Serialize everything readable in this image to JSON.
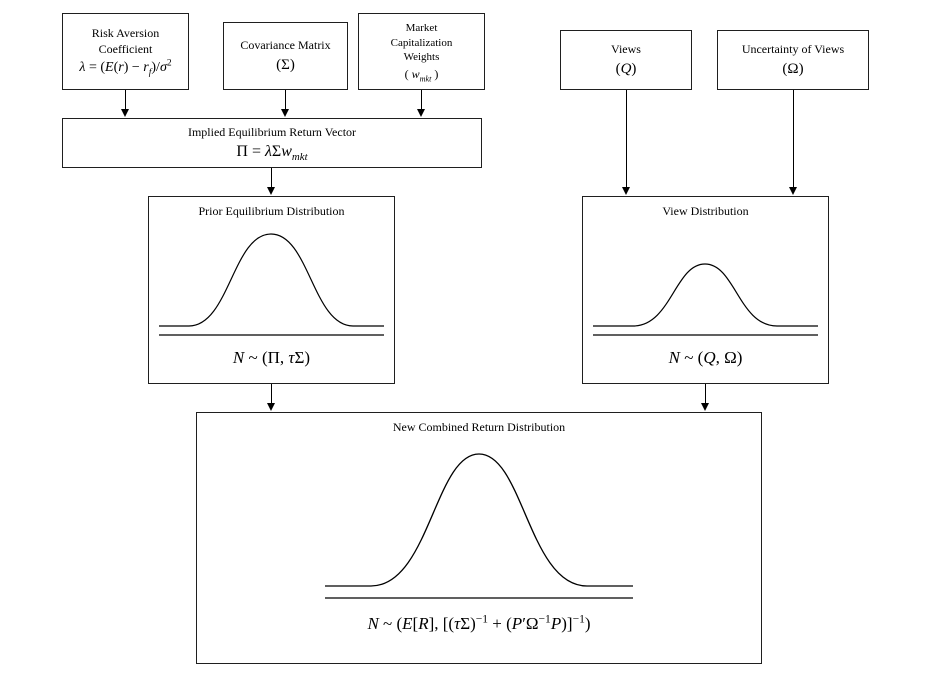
{
  "colors": {
    "border": "#000000",
    "background": "#ffffff",
    "text": "#000000"
  },
  "boxes": {
    "risk_aversion": {
      "title": "Risk Aversion Coefficient",
      "formula_html": "<i>λ</i> = (<i>E</i>(<i>r</i>) − <i>r<sub>f</sub></i>)/<i>σ</i><sup>2</sup>"
    },
    "covariance": {
      "title": "Covariance Matrix",
      "formula_html": "(Σ)"
    },
    "market_cap": {
      "title": "Market Capitalization Weights",
      "formula_html": "( <i>w<sub>mkt</sub></i> )"
    },
    "views": {
      "title": "Views",
      "formula_html": "(<i>Q</i>)"
    },
    "uncertainty": {
      "title": "Uncertainty of Views",
      "formula_html": "(Ω)"
    },
    "implied": {
      "title": "Implied Equilibrium Return Vector",
      "formula_html": "Π = <i>λ</i>Σ<i>w<sub>mkt</sub></i>"
    },
    "prior": {
      "title": "Prior Equilibrium Distribution",
      "formula_html": "<i>N</i> ~ (Π, <i>τ</i>Σ)"
    },
    "view_dist": {
      "title": "View Distribution",
      "formula_html": "<i>N</i> ~ (<i>Q</i>, Ω)"
    },
    "combined": {
      "title": "New Combined Return Distribution",
      "formula_html": "<i>N</i> ~ (<i>E</i>[<i>R</i>], [(<i>τ</i>Σ)<sup>−1</sup> + (<i>P</i>′Ω<sup>−1</sup><i>P</i>)]<sup>−1</sup>)"
    }
  }
}
